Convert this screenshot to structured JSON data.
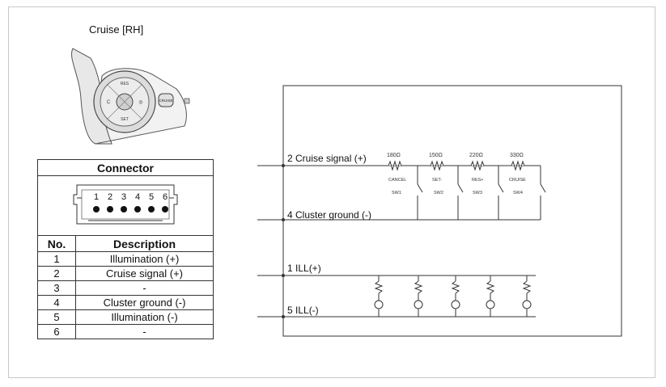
{
  "title": "Cruise [RH]",
  "switch_labels": {
    "res": "RES",
    "set": "SET",
    "cancel_short": "C",
    "cruise_short": "CRUISE"
  },
  "connector": {
    "heading": "Connector",
    "pin_numbers": [
      "1",
      "2",
      "3",
      "4",
      "5",
      "6"
    ],
    "col_no": "No.",
    "col_desc": "Description",
    "rows": [
      {
        "no": "1",
        "desc": "Illumination (+)"
      },
      {
        "no": "2",
        "desc": "Cruise signal (+)"
      },
      {
        "no": "3",
        "desc": "-"
      },
      {
        "no": "4",
        "desc": "Cluster ground (-)"
      },
      {
        "no": "5",
        "desc": "Illumination (-)"
      },
      {
        "no": "6",
        "desc": "-"
      }
    ]
  },
  "schematic": {
    "pin2": "2 Cruise signal (+)",
    "pin4": "4 Cluster ground (-)",
    "pin1": "1 ILL(+)",
    "pin5": "5 ILL(-)",
    "resistors": [
      "180Ω",
      "150Ω",
      "220Ω",
      "330Ω"
    ],
    "switch_names": [
      "CANCEL",
      "SET-",
      "RES+",
      "CRUISE"
    ],
    "switch_ids": [
      "SW1",
      "SW2",
      "SW3",
      "SW4"
    ]
  },
  "colors": {
    "line": "#333333",
    "frame": "#c8c8c8",
    "connector_fill": "#ffffff"
  }
}
